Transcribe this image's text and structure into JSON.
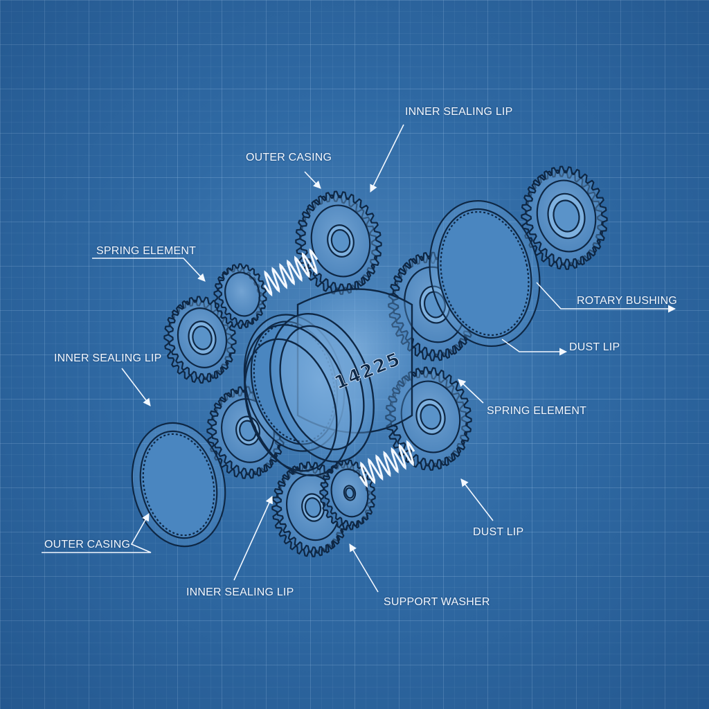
{
  "diagram": {
    "part_number": "14225",
    "labels": {
      "inner_sealing_lip_top": "INNER SEALING LIP",
      "outer_casing_top": "OUTER CASING",
      "spring_element_left": "SPRING ELEMENT",
      "rotary_bushing": "ROTARY BUSHING",
      "dust_lip_right": "DUST LIP",
      "inner_sealing_lip_left": "INNER SEALING LIP",
      "spring_element_right": "SPRING ELEMENT",
      "dust_lip_bottom": "DUST LIP",
      "outer_casing_bottom": "OUTER CASING",
      "inner_sealing_lip_bottom": "INNER SEALING LIP",
      "support_washer": "SUPPORT WASHER"
    }
  }
}
